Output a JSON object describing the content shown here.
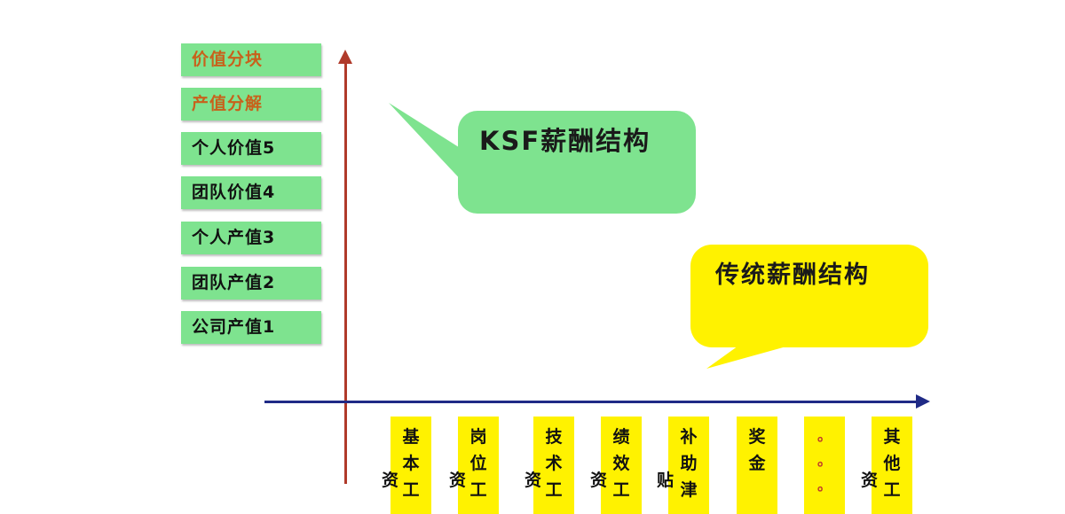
{
  "left_boxes": [
    {
      "text": "价值分块",
      "color": "#c8611b"
    },
    {
      "text": "产值分解",
      "color": "#c8611b"
    },
    {
      "text": "个人价值5",
      "color": "#111111"
    },
    {
      "text": "团队价值4",
      "color": "#111111"
    },
    {
      "text": "个人产值3",
      "color": "#111111"
    },
    {
      "text": "团队产值2",
      "color": "#111111"
    },
    {
      "text": "公司产值1",
      "color": "#111111"
    }
  ],
  "callouts": {
    "ksf": {
      "text": "KSF薪酬结构",
      "fill": "#7ee38f"
    },
    "traditional": {
      "text": "传统薪酬结构",
      "fill": "#fff200"
    }
  },
  "axes": {
    "y_color": "#b03a2a",
    "x_color": "#1f2a86"
  },
  "bottom_columns": [
    {
      "chars": [
        "基",
        "本",
        "工"
      ],
      "side": "资"
    },
    {
      "chars": [
        "岗",
        "位",
        "工"
      ],
      "side": "资"
    },
    {
      "chars": [
        "技",
        "术",
        "工"
      ],
      "side": "资"
    },
    {
      "chars": [
        "绩",
        "效",
        "工"
      ],
      "side": "资"
    },
    {
      "chars": [
        "补",
        "助",
        "津"
      ],
      "side": "贴"
    },
    {
      "chars": [
        "奖",
        "金"
      ],
      "side": ""
    },
    {
      "chars": [
        "。",
        "。",
        "。"
      ],
      "side": ""
    },
    {
      "chars": [
        "其",
        "他",
        "工"
      ],
      "side": "资"
    }
  ]
}
